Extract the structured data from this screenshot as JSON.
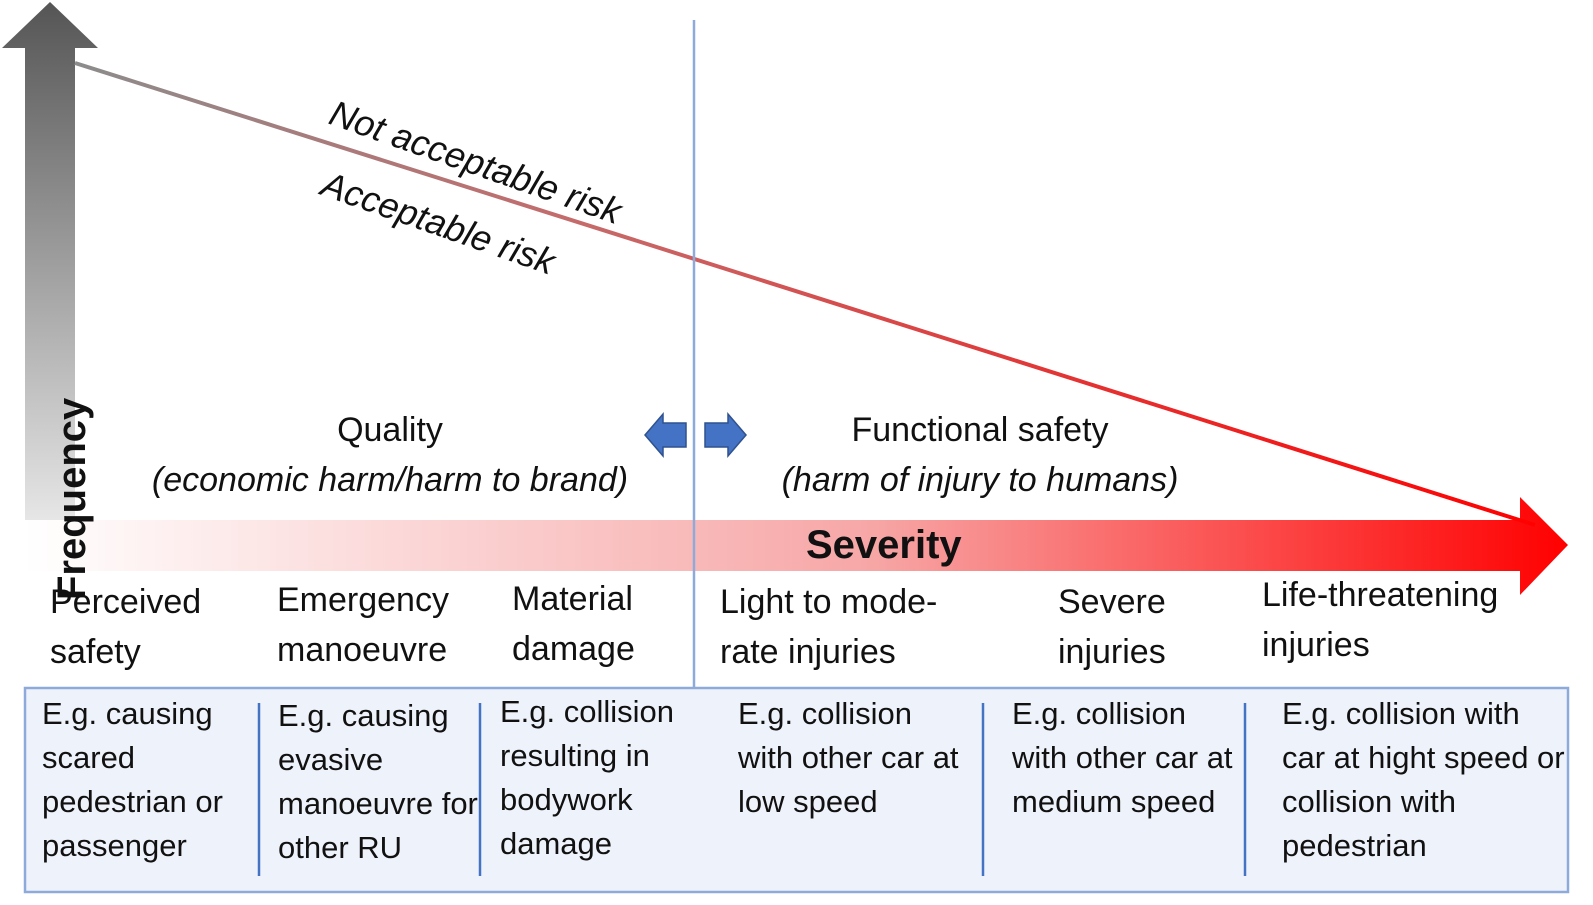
{
  "axes": {
    "frequency_label": "Frequency",
    "severity_label": "Severity"
  },
  "risk_line": {
    "above_label": "Not acceptable risk",
    "below_label": "Acceptable risk"
  },
  "domains": {
    "quality": {
      "title": "Quality",
      "subtitle": "(economic harm/harm to brand)"
    },
    "functional_safety": {
      "title": "Functional safety",
      "subtitle": "(harm of injury to humans)"
    }
  },
  "categories": [
    {
      "label_line1": "Perceived",
      "label_line2": "safety",
      "example": "E.g. causing scared pedestrian or passenger"
    },
    {
      "label_line1": "Emergency",
      "label_line2": "manoeuvre",
      "example": "E.g. causing evasive manoeuvre for other RU"
    },
    {
      "label_line1": "Material",
      "label_line2": "damage",
      "example": "E.g. collision resulting in bodywork damage"
    },
    {
      "label_line1": "Light to mode-",
      "label_line2": "rate injuries",
      "example": "E.g. collision with other car at low speed"
    },
    {
      "label_line1": "Severe",
      "label_line2": "injuries",
      "example": "E.g. collision with other car at medium speed"
    },
    {
      "label_line1": "Life-threatening",
      "label_line2": "injuries",
      "example": "E.g. collision with car at hight speed or collision with pedestrian"
    }
  ],
  "colors": {
    "axis_arrow_dark": "#5a5a5a",
    "severity_red": "#ff0000",
    "divider_blue": "#8eaadb",
    "box_fill": "#eef2fa",
    "small_arrow_blue": "#4472c4"
  }
}
